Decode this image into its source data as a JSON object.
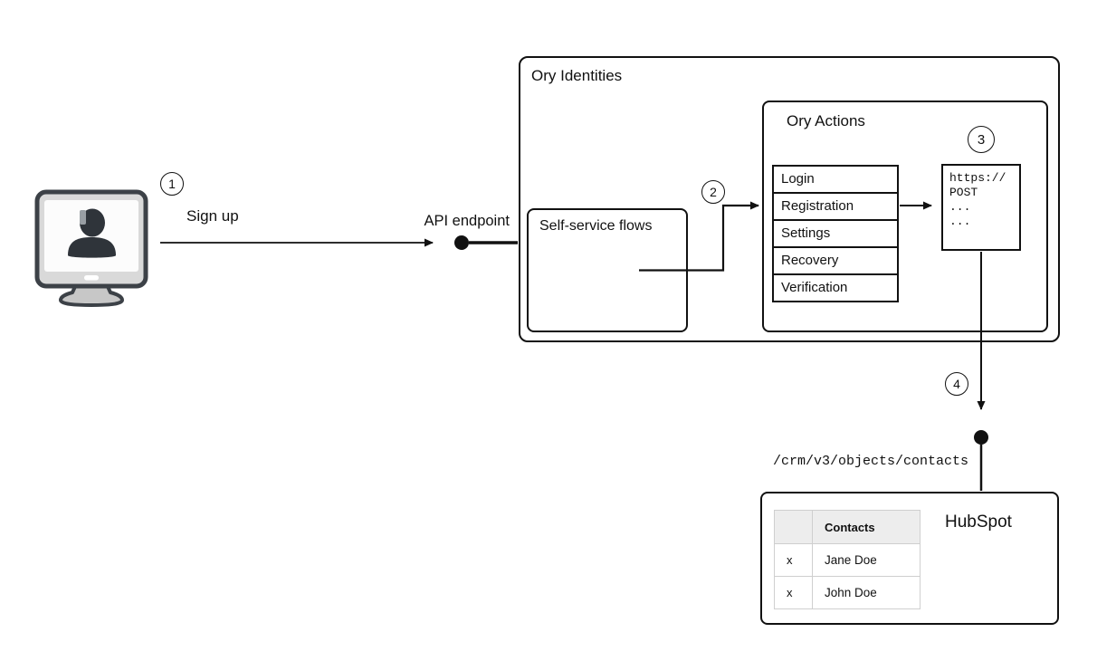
{
  "diagram": {
    "steps": [
      "1",
      "2",
      "3",
      "4"
    ],
    "labels": {
      "sign_up": "Sign up",
      "api_endpoint": "API endpoint",
      "crm_path": "/crm/v3/objects/contacts"
    },
    "ory_identities": {
      "title": "Ory Identities",
      "self_service": {
        "title": "Self-service flows"
      },
      "ory_actions": {
        "title": "Ory Actions",
        "flows": [
          "Login",
          "Registration",
          "Settings",
          "Recovery",
          "Verification"
        ],
        "webhook_request": {
          "lines": [
            "https://",
            "POST",
            "...",
            "..."
          ]
        }
      }
    },
    "hubspot": {
      "title": "HubSpot",
      "contacts_table": {
        "header": "Contacts",
        "rows": [
          {
            "mark": "x",
            "name": "Jane Doe"
          },
          {
            "mark": "x",
            "name": "John Doe"
          }
        ]
      }
    },
    "icons": {
      "user_terminal": "monitor-with-user-silhouette"
    },
    "colors": {
      "stroke": "#111111",
      "table_header_bg": "#ededed",
      "table_border": "#cfcfcf",
      "monitor_body": "#d9d9d9",
      "monitor_screen": "#fcfcfc",
      "silhouette": "#2f343a",
      "background": "#ffffff"
    }
  }
}
